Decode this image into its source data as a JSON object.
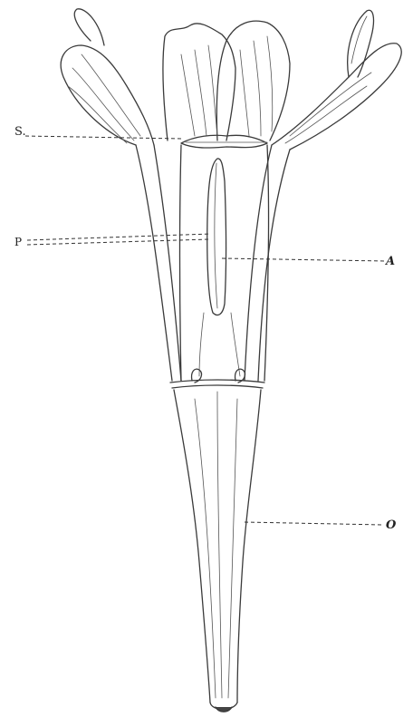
{
  "figure": {
    "labels": {
      "s": "S.",
      "p": "P",
      "a": "A",
      "o": "O"
    }
  }
}
